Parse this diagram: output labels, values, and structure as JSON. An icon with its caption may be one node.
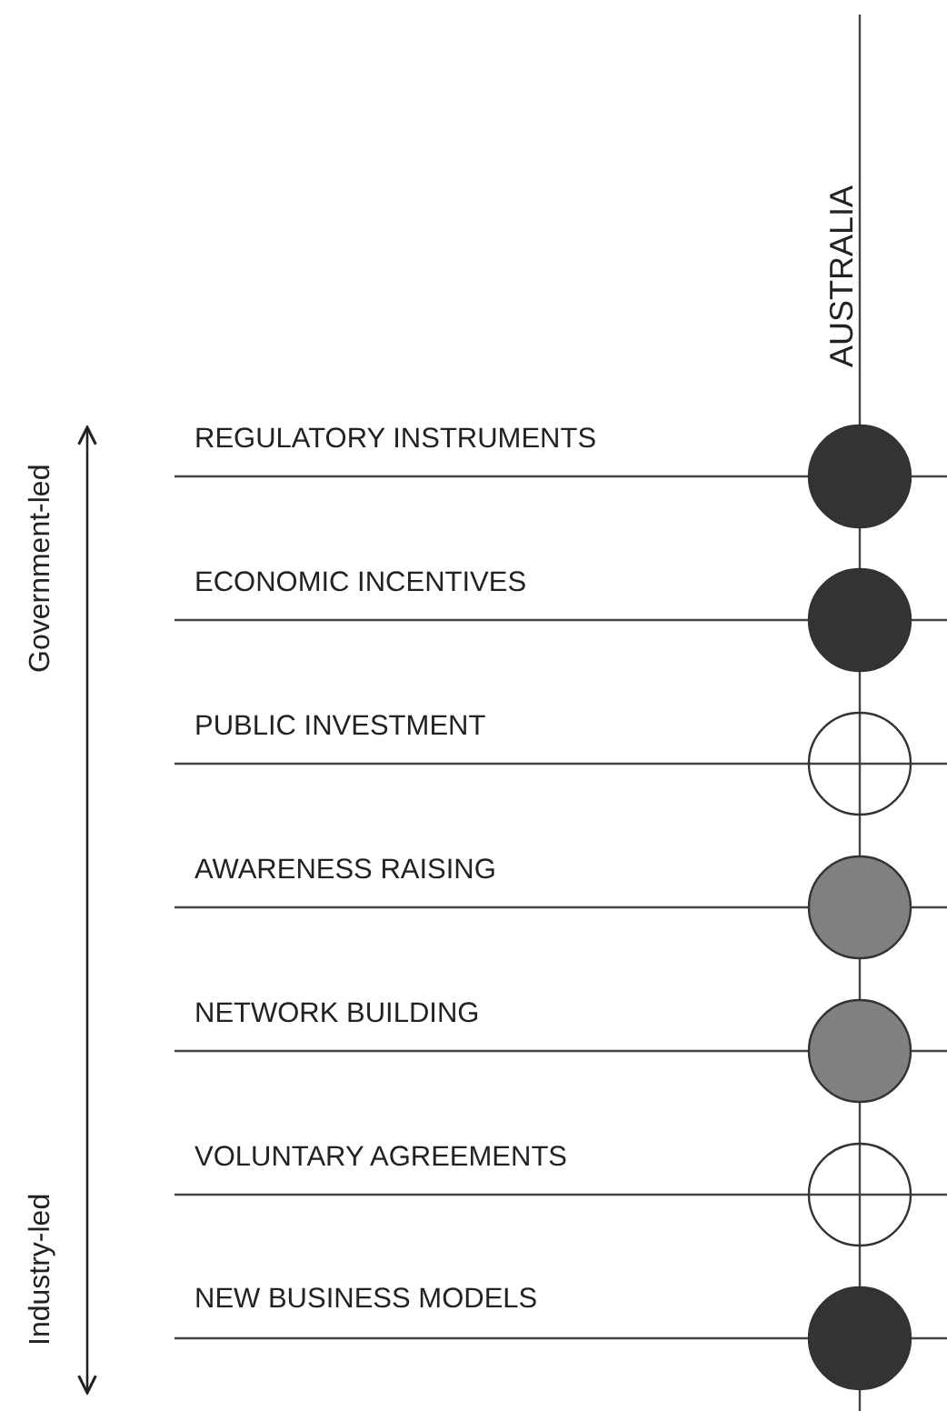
{
  "diagram": {
    "nodes": [
      {
        "text": [],
        "shape": "circle"
      },
      {
        "text": [],
        "shape": "circle"
      },
      {
        "text": [],
        "shape": "circle"
      },
      {
        "text": [],
        "shape": "circle"
      },
      {
        "text": [],
        "shape": "circle"
      },
      {
        "text": [],
        "shape": "circle"
      },
      {
        "text": [],
        "shape": "circle"
      }
    ],
    "labels": [
      "AUSTRALIA",
      "Government-led",
      "REGULATORY INSTRUMENTS",
      "ECONOMIC INCENTIVES",
      "PUBLIC INVESTMENT",
      "AWARENESS RAISING",
      "NETWORK BUILDING",
      "VOLUNTARY AGREEMENTS",
      "NEW BUSINESS MODELS",
      "Industry-led"
    ]
  }
}
